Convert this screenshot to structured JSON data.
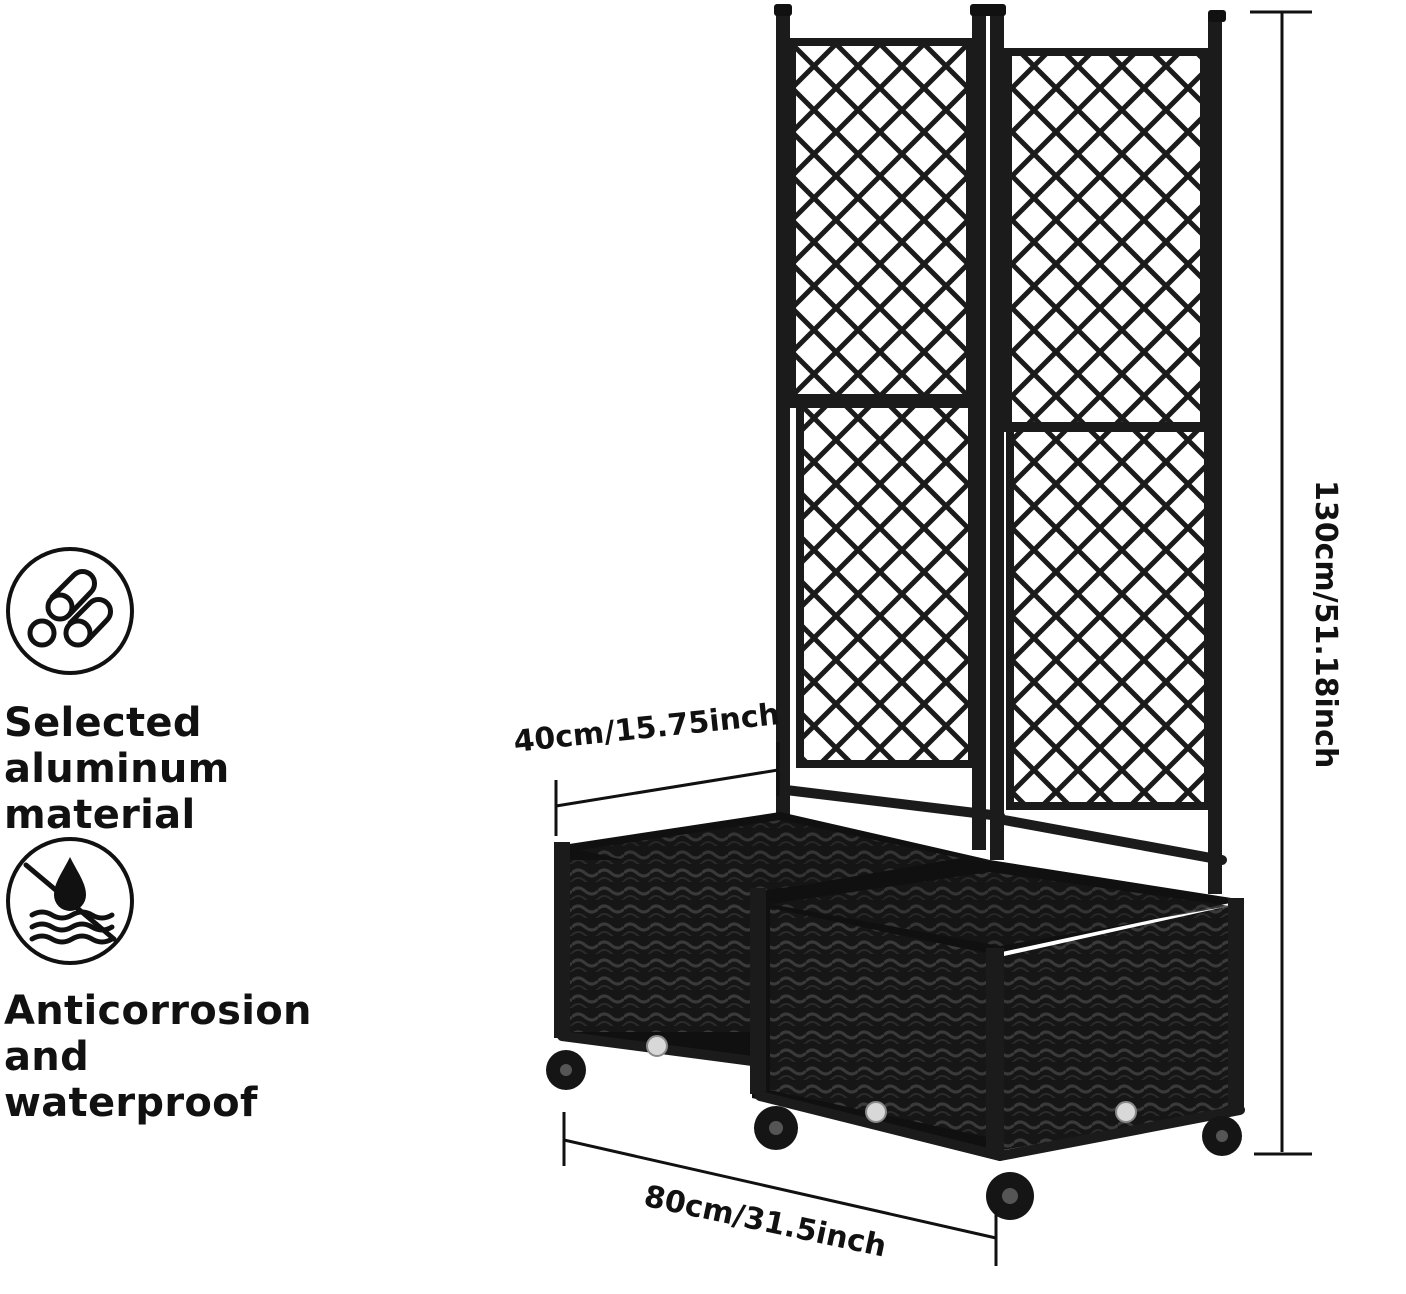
{
  "features": [
    {
      "icon": "aluminum-tubes-icon",
      "lines": [
        "Selected",
        "aluminum material"
      ]
    },
    {
      "icon": "waterproof-icon",
      "lines": [
        "Anticorrosion",
        "and waterproof"
      ]
    }
  ],
  "dimensions": {
    "depth": "40cm/15.75inch",
    "width": "80cm/31.5inch",
    "height": "130cm/51.18inch"
  },
  "colors": {
    "text": "#111111",
    "product": "#1b1b1b",
    "background": "#ffffff"
  }
}
